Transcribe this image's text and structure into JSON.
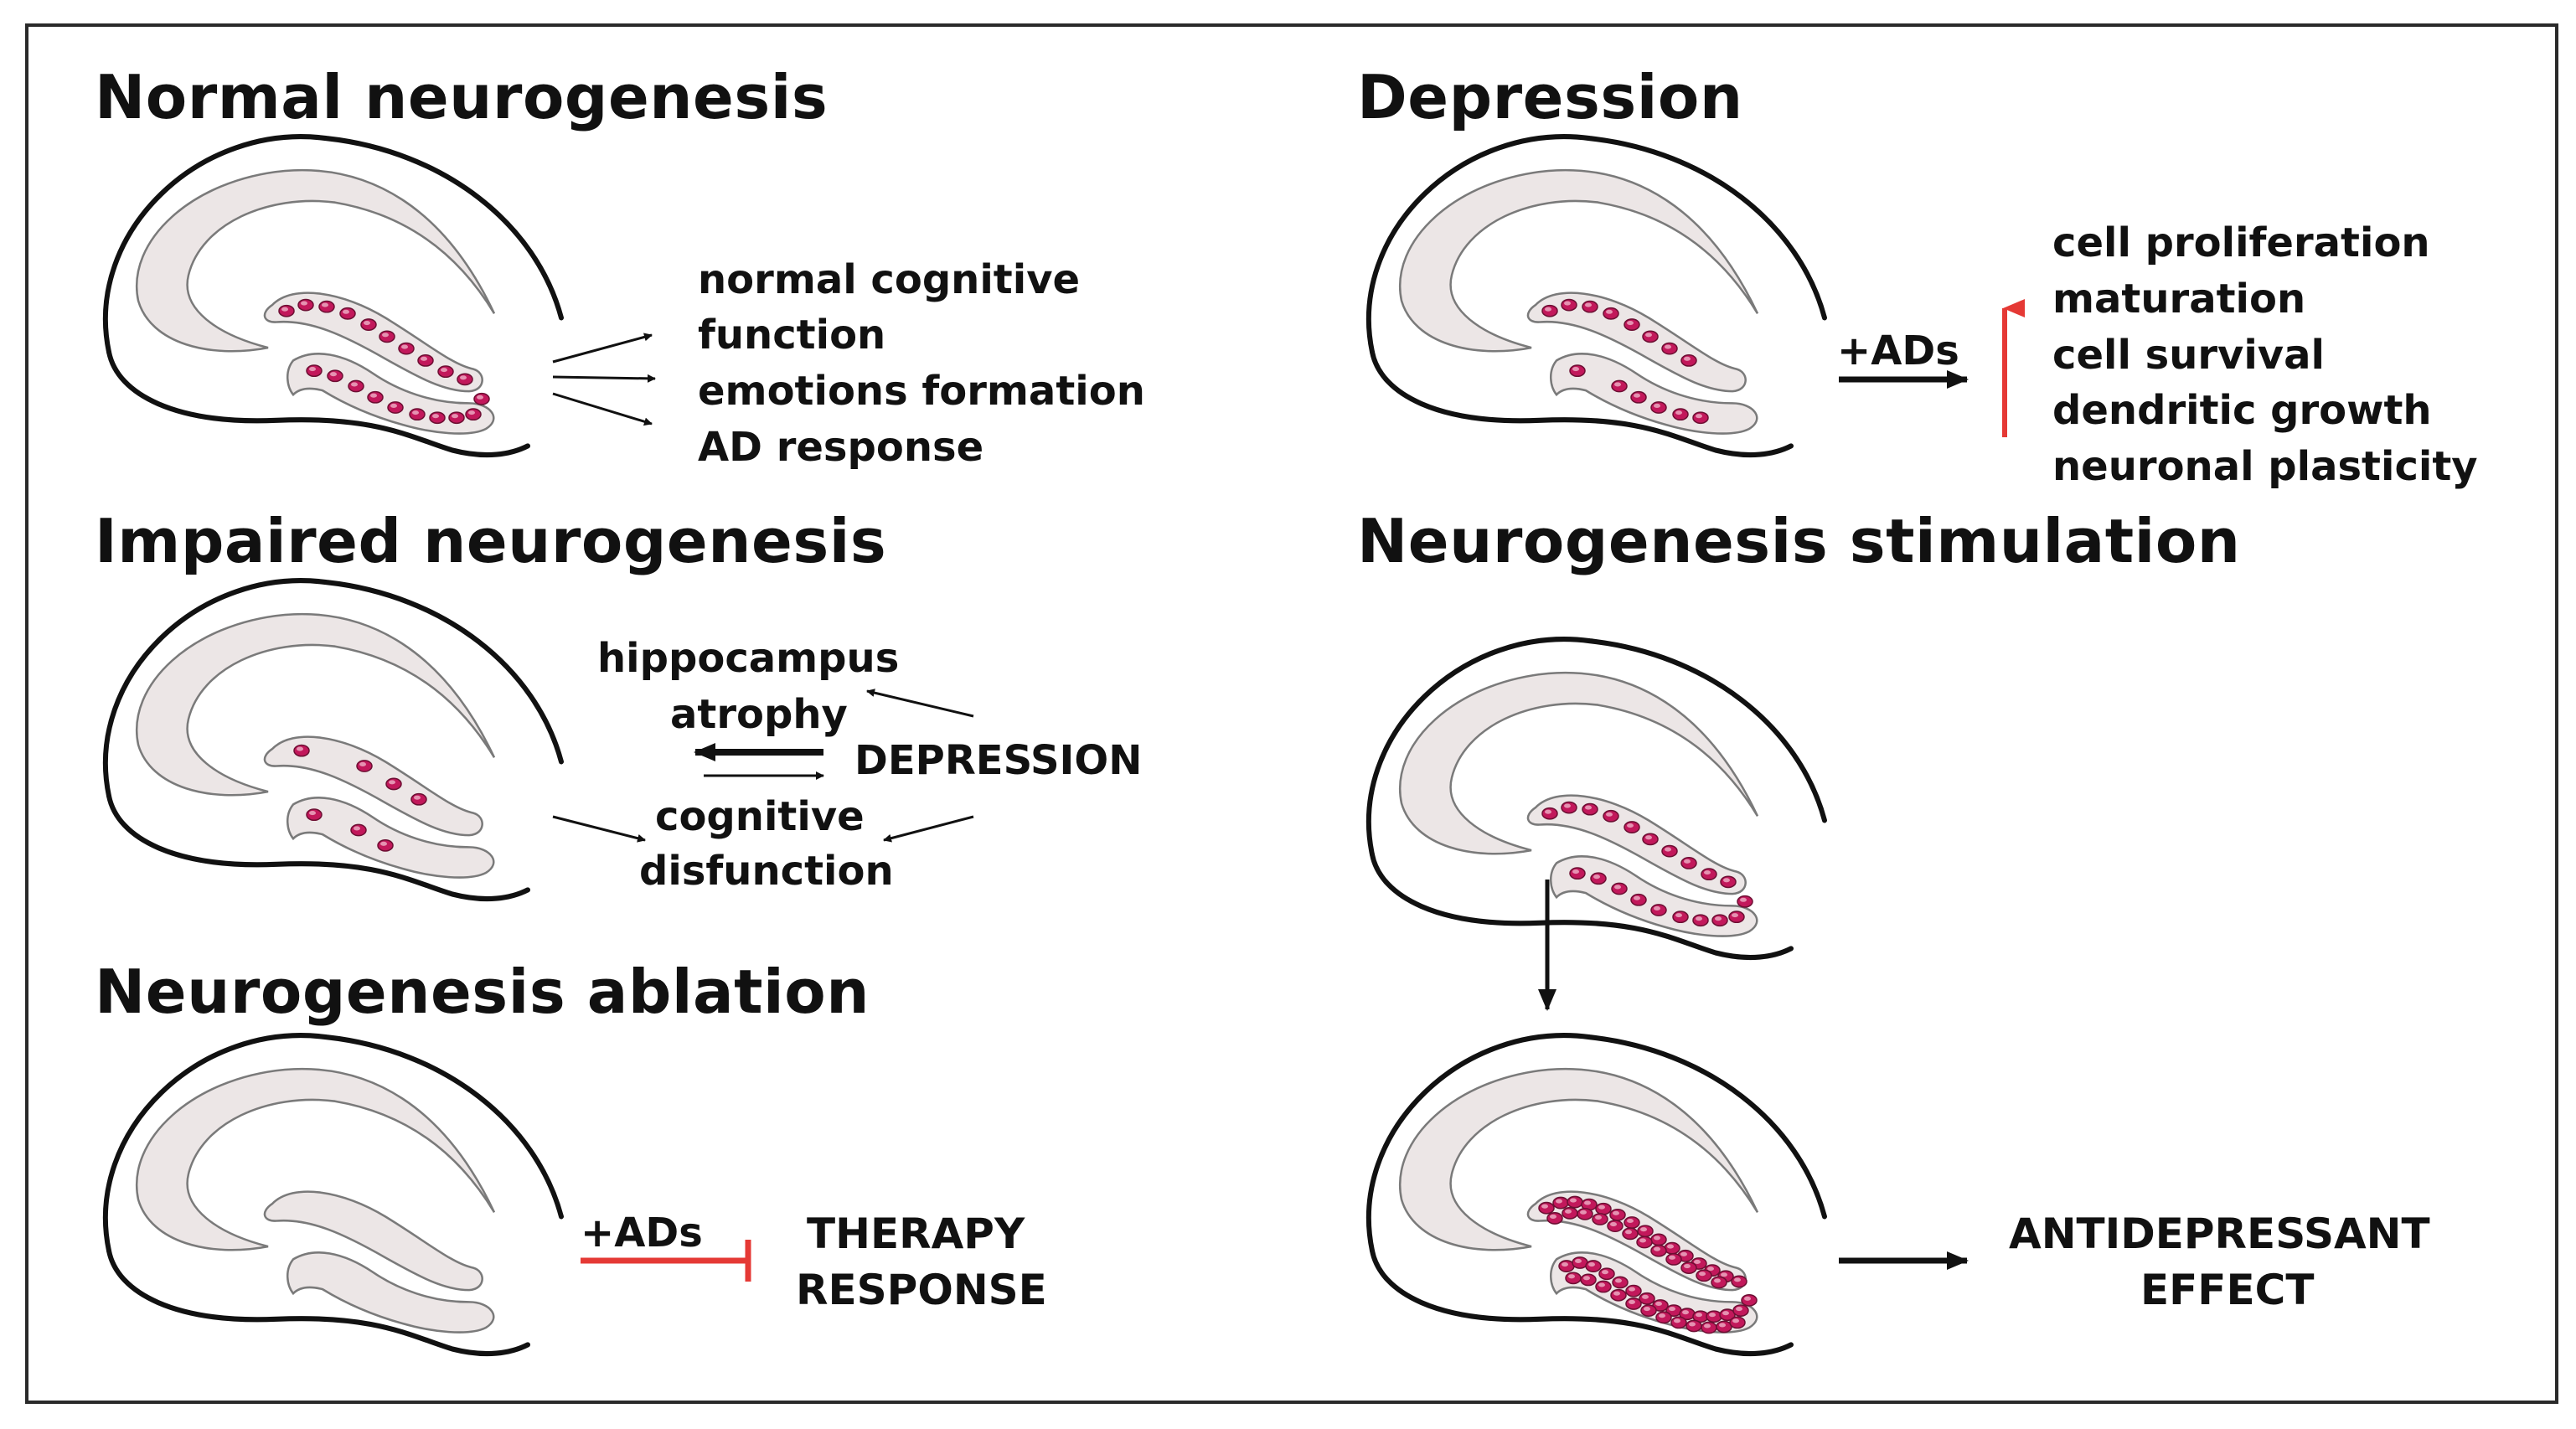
{
  "panels": {
    "normal": {
      "title": "Normal neurogenesis",
      "outcomes": [
        "normal cognitive",
        "function",
        "emotions formation",
        "AD response"
      ]
    },
    "depression": {
      "title": "Depression",
      "treatment": "+ADs",
      "effects": [
        "cell proliferation",
        "maturation",
        "cell survival",
        "dendritic growth",
        "neuronal plasticity"
      ]
    },
    "impaired": {
      "title": "Impaired neurogenesis",
      "hippocampus": [
        "hippocampus",
        "atrophy"
      ],
      "center": "DEPRESSION",
      "cognitive": [
        "cognitive",
        "disfunction"
      ]
    },
    "stimulation": {
      "title": "Neurogenesis stimulation",
      "outcome": [
        "ANTIDEPRESSANT",
        "EFFECT"
      ]
    },
    "ablation": {
      "title": "Neurogenesis ablation",
      "treatment": "+ADs",
      "outcome": [
        "THERAPY",
        "RESPONSE"
      ]
    }
  },
  "colors": {
    "outline": "#111111",
    "cell_layer_fill": "#ece6e6",
    "cell_fill": "#c2185b",
    "cell_highlight": "#f3c6d6",
    "increase_arrow": "#e53935",
    "inhibition_bar": "#e53935"
  }
}
